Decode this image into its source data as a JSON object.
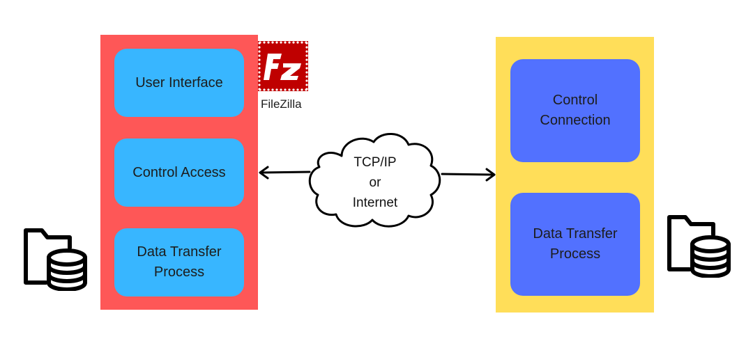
{
  "colors": {
    "client_panel": "#fe5757",
    "client_box": "#38b6ff",
    "server_panel": "#ffde59",
    "server_box": "#5271ff",
    "filezilla_red": "#bf0000",
    "stroke": "#000000"
  },
  "client": {
    "boxes": {
      "user_interface": "User Interface",
      "control_access": "Control Access",
      "data_transfer_process": "Data Transfer\nProcess"
    },
    "logo_label": "FileZilla"
  },
  "network": {
    "label": "TCP/IP\nor\nInternet"
  },
  "server": {
    "boxes": {
      "control_connection": "Control\nConnection",
      "data_transfer_process": "Data Transfer\nProcess"
    }
  },
  "icons": {
    "filezilla": "filezilla-logo",
    "cloud": "cloud-shape",
    "storage_left": "folder-database-icon",
    "storage_right": "folder-database-icon",
    "arrows": "double-headed-arrow"
  }
}
